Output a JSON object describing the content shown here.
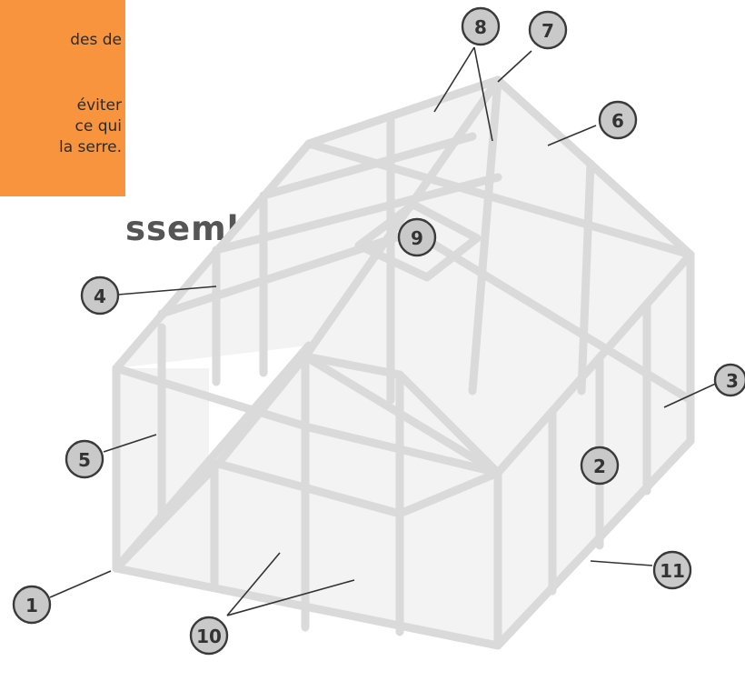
{
  "note": {
    "lines": [
      "des de",
      "",
      "éviter",
      "ce qui",
      "la serre."
    ],
    "background": "#f7943d"
  },
  "title": "ssemblée",
  "callouts": [
    {
      "label": "1"
    },
    {
      "label": "2"
    },
    {
      "label": "3"
    },
    {
      "label": "4"
    },
    {
      "label": "5"
    },
    {
      "label": "6"
    },
    {
      "label": "7"
    },
    {
      "label": "8"
    },
    {
      "label": "9"
    },
    {
      "label": "10"
    },
    {
      "label": "11"
    }
  ],
  "colors": {
    "frame": "#dadada",
    "pane": "#f3f3f3",
    "callout_fill": "#c9c9c9",
    "callout_stroke": "#3a3a3a",
    "title": "#555555"
  }
}
